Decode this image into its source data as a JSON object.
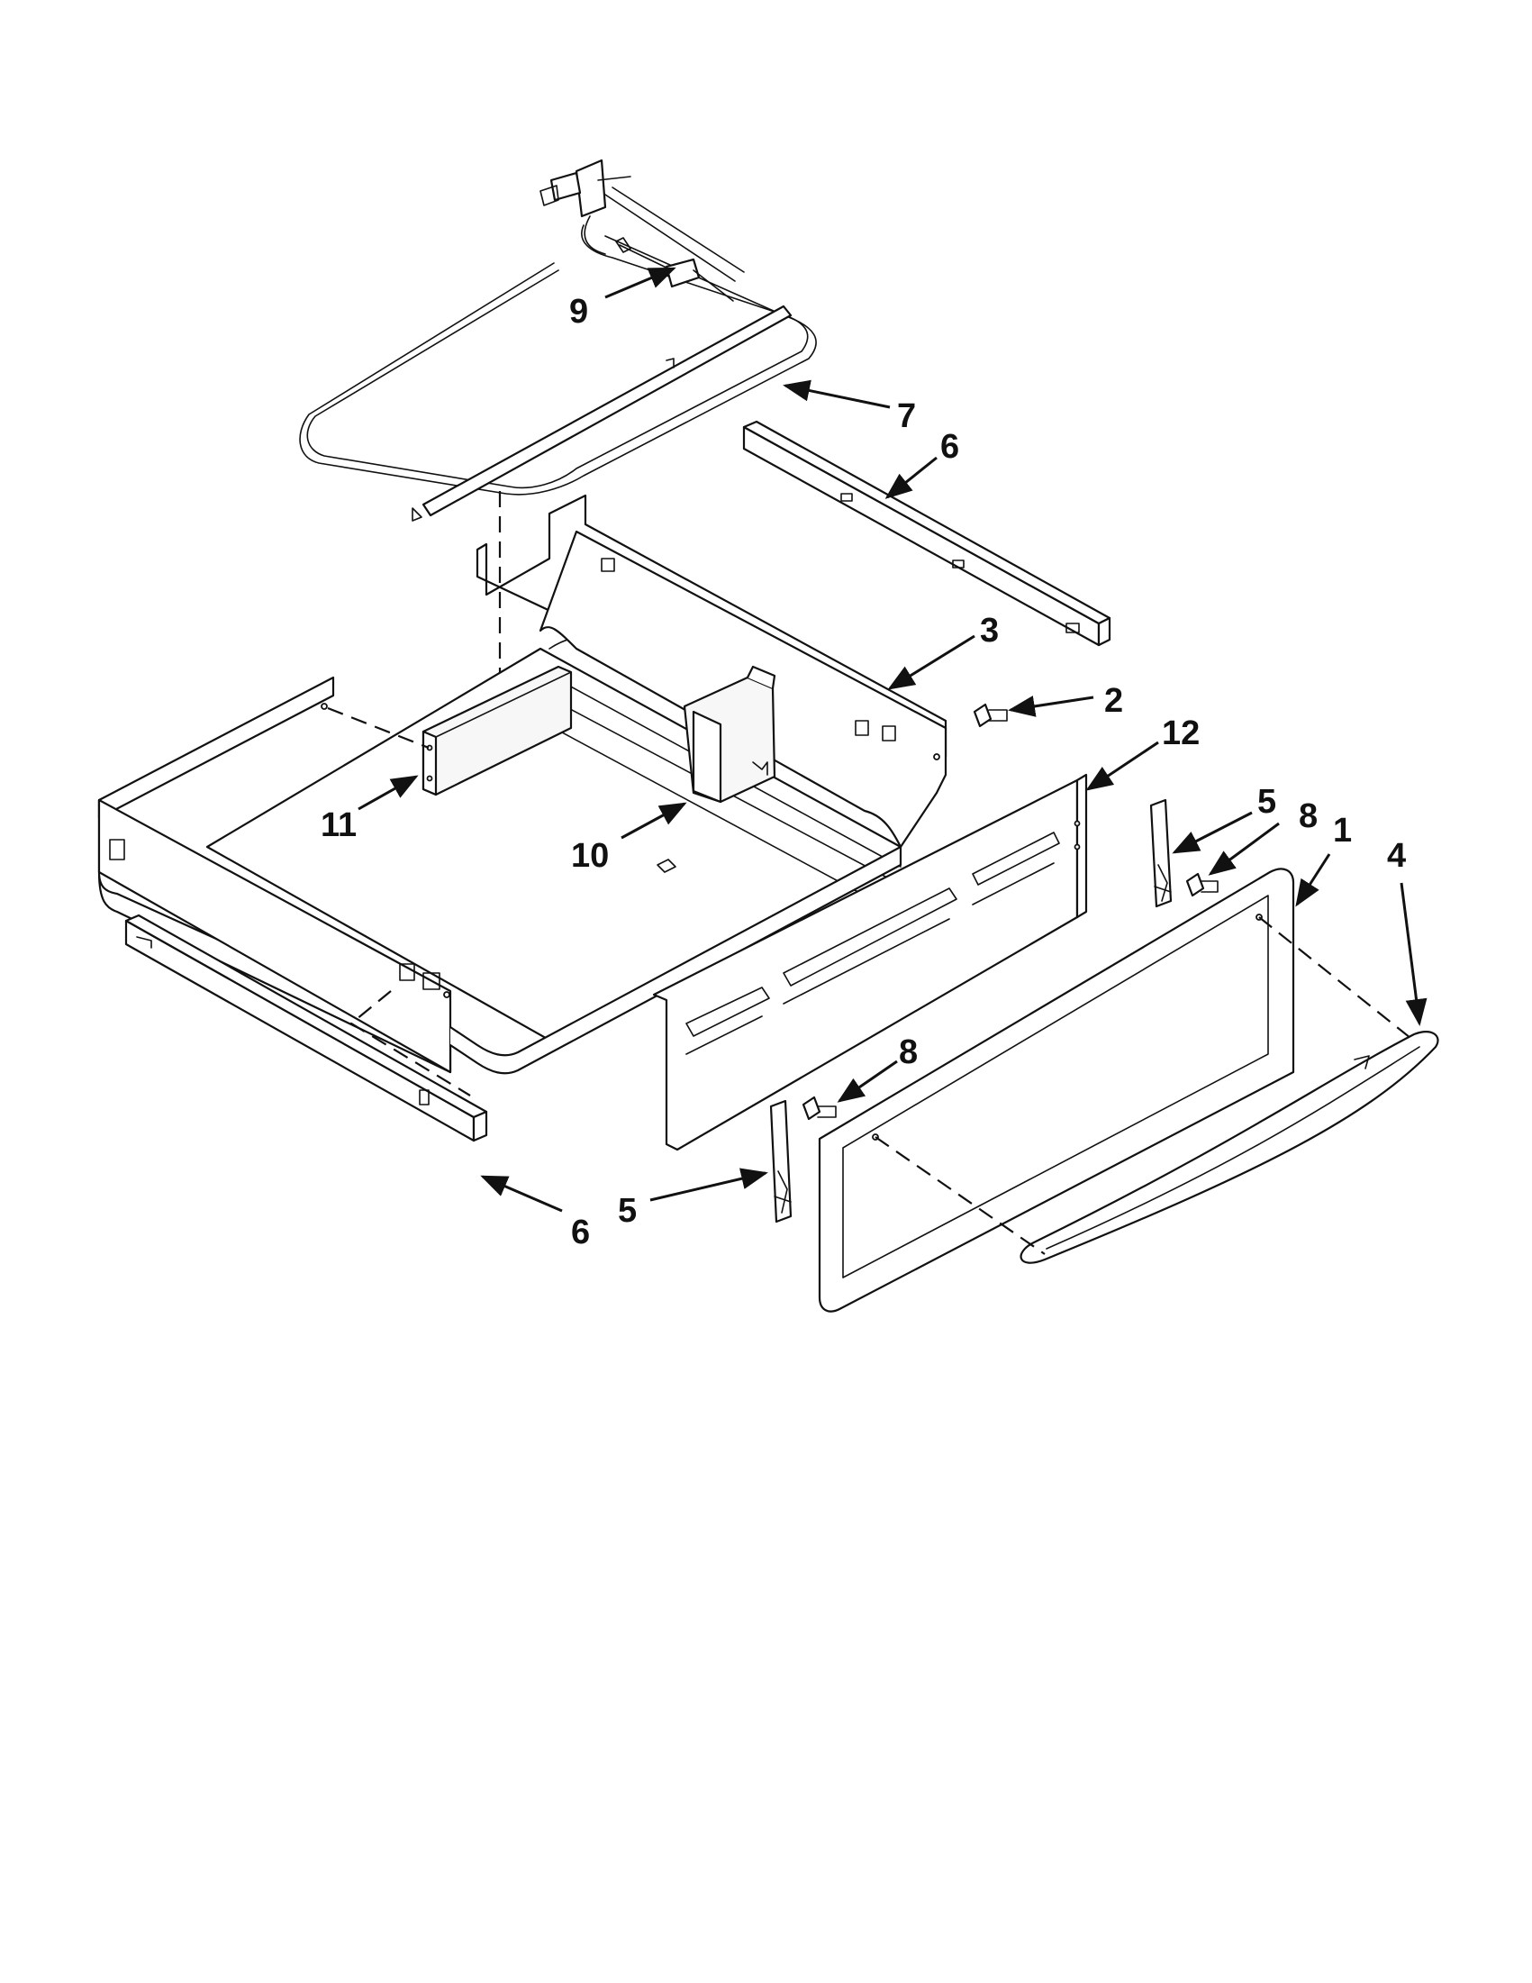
{
  "diagram": {
    "callouts": [
      {
        "id": "c9",
        "label": "9"
      },
      {
        "id": "c7",
        "label": "7"
      },
      {
        "id": "c6a",
        "label": "6"
      },
      {
        "id": "c3",
        "label": "3"
      },
      {
        "id": "c2",
        "label": "2"
      },
      {
        "id": "c12",
        "label": "12"
      },
      {
        "id": "c11",
        "label": "11"
      },
      {
        "id": "c10",
        "label": "10"
      },
      {
        "id": "c5a",
        "label": "5"
      },
      {
        "id": "c8a",
        "label": "8"
      },
      {
        "id": "c1",
        "label": "1"
      },
      {
        "id": "c4",
        "label": "4"
      },
      {
        "id": "c8b",
        "label": "8"
      },
      {
        "id": "c5b",
        "label": "5"
      },
      {
        "id": "c6b",
        "label": "6"
      }
    ]
  }
}
